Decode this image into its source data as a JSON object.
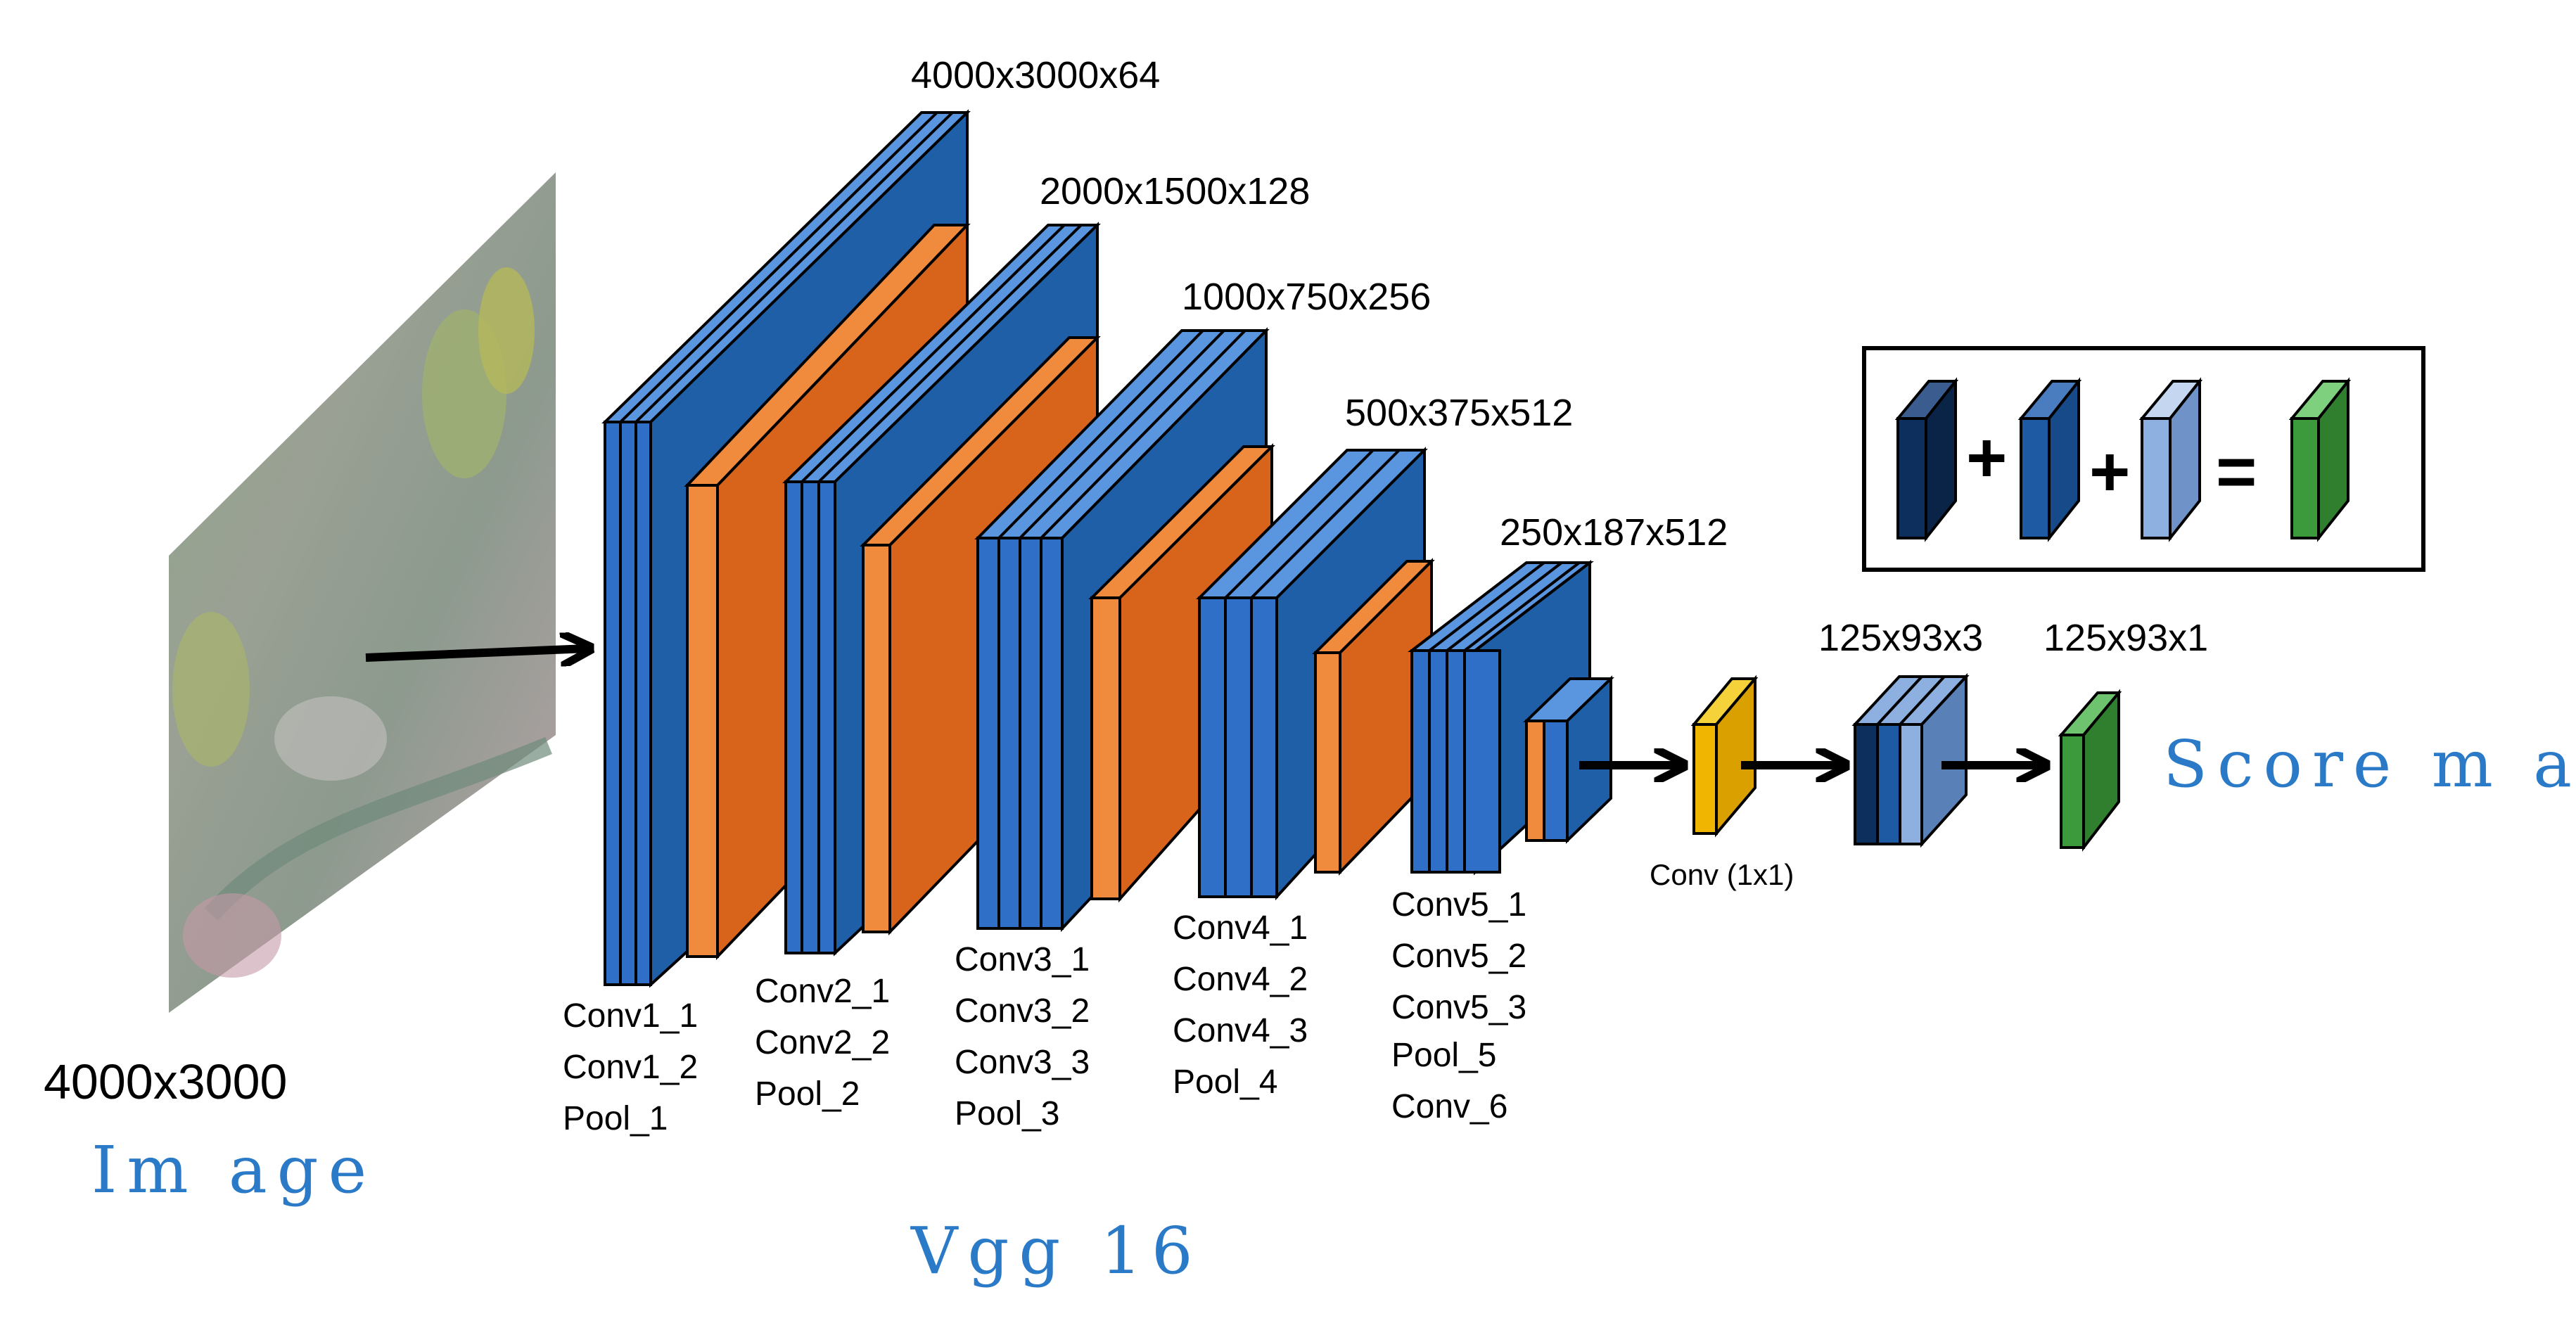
{
  "colors": {
    "blue_front": "#2f6fc7",
    "blue_side": "#1f5fa8",
    "blue_light": "#5a95e0",
    "orange_front": "#d8641b",
    "orange_side": "#f08a3c",
    "yellow": "#f0b500",
    "green": "#3c9a3c",
    "navy": "#0d2f5e",
    "mid_blue": "#1e5aa3",
    "pale_blue": "#8eb0e0",
    "label_blue": "#2a7ac8"
  },
  "input": {
    "dims": "4000x3000",
    "label": "Im age"
  },
  "backbone": {
    "label": "Vgg 16",
    "blocks": [
      {
        "dims": "4000x3000x64",
        "layers": [
          "Conv1_1",
          "Conv1_2",
          "Pool_1"
        ]
      },
      {
        "dims": "2000x1500x128",
        "layers": [
          "Conv2_1",
          "Conv2_2",
          "Pool_2"
        ]
      },
      {
        "dims": "1000x750x256",
        "layers": [
          "Conv3_1",
          "Conv3_2",
          "Conv3_3",
          "Pool_3"
        ]
      },
      {
        "dims": "500x375x512",
        "layers": [
          "Conv4_1",
          "Conv4_2",
          "Conv4_3",
          "Pool_4"
        ]
      },
      {
        "dims": "250x187x512",
        "layers": [
          "Conv5_1",
          "Conv5_2",
          "Conv5_3",
          "Pool_5",
          "Conv_6"
        ]
      }
    ]
  },
  "head": {
    "conv_label": "Conv (1x1)",
    "multi_dims": "125x93x3",
    "single_dims": "125x93x1",
    "output_label": "Score m ap"
  },
  "legend": {
    "plus": "+",
    "equals": "="
  }
}
